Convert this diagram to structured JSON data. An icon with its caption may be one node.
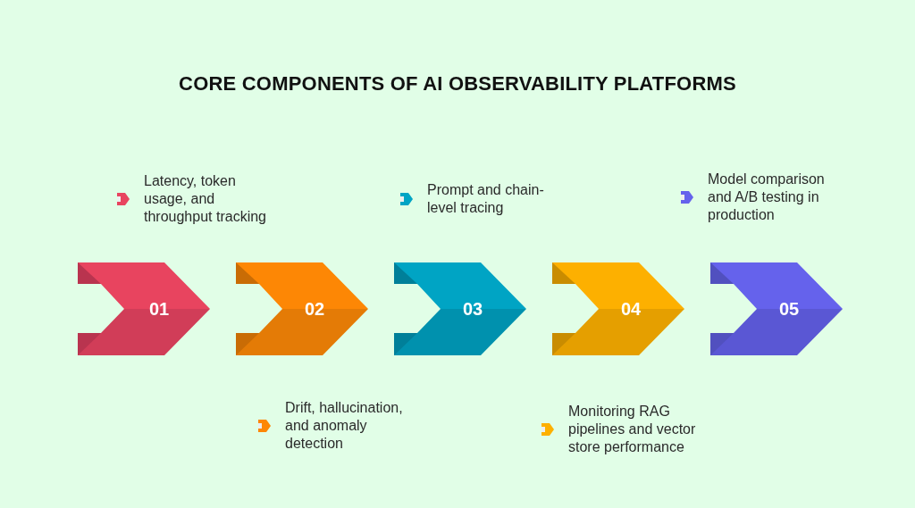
{
  "diagram": {
    "title": "CORE COMPONENTS OF AI OBSERVABILITY PLATFORMS",
    "nodes": [
      {
        "text": [
          "01"
        ],
        "beside": [
          "Latency, token usage, and throughput tracking"
        ]
      },
      {
        "text": [
          "02"
        ],
        "beside": [
          "Drift, hallucination, and anomaly detection"
        ]
      },
      {
        "text": [
          "03"
        ],
        "beside": [
          "Prompt and chain-level tracing"
        ]
      },
      {
        "text": [
          "04"
        ],
        "beside": [
          "Monitoring RAG pipelines and vector store performance"
        ]
      },
      {
        "text": [
          "05"
        ],
        "beside": [
          "Model comparison and A/B testing in production"
        ]
      }
    ]
  }
}
